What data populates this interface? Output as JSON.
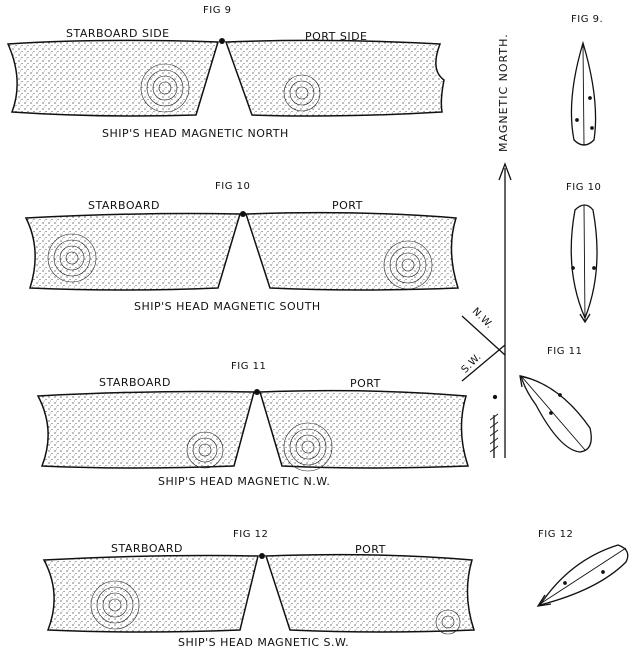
{
  "figures": [
    {
      "fig": "FIG 9",
      "left": "STARBOARD SIDE",
      "right": "PORT SIDE",
      "caption": "SHIP'S HEAD MAGNETIC NORTH"
    },
    {
      "fig": "FIG 10",
      "left": "STARBOARD",
      "right": "PORT",
      "caption": "SHIP'S HEAD MAGNETIC SOUTH"
    },
    {
      "fig": "FIG 11",
      "left": "STARBOARD",
      "right": "PORT",
      "caption": "SHIP'S HEAD MAGNETIC N.W."
    },
    {
      "fig": "FIG 12",
      "left": "STARBOARD",
      "right": "PORT",
      "caption": "SHIP'S HEAD MAGNETIC S.W."
    }
  ],
  "small_figs": [
    "FIG 9.",
    "FIG 10",
    "FIG 11",
    "FIG 12"
  ],
  "compass": {
    "north_label": "MAGNETIC NORTH.",
    "nw": "N.W.",
    "sw": "S.W."
  },
  "colors": {
    "ink": "#111111",
    "paper": "#ffffff"
  }
}
